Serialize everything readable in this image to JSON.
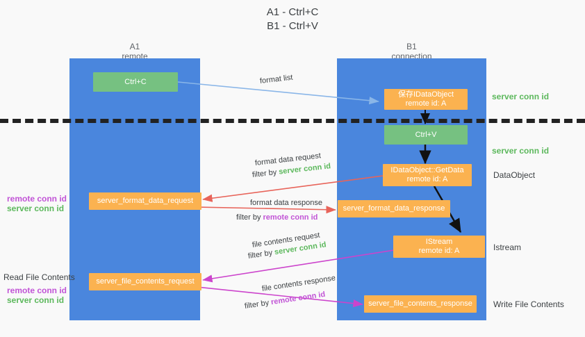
{
  "title": {
    "line1": "A1 - Ctrl+C",
    "line2": "B1 - Ctrl+V"
  },
  "columns": {
    "left": {
      "name": "A1",
      "role": "remote"
    },
    "right": {
      "name": "B1",
      "role": "connection"
    }
  },
  "nodes": {
    "ctrl_c": {
      "label": "Ctrl+C",
      "color": "#76c181"
    },
    "ctrl_v": {
      "label": "Ctrl+V",
      "color": "#76c181"
    },
    "save_idataobject": {
      "line1": "保存IDataObject",
      "line2": "remote id: A",
      "color": "#fbb250"
    },
    "getdata": {
      "line1": "IDataObject::GetData",
      "line2": "remote id: A",
      "color": "#fbb250"
    },
    "istream": {
      "line1": "IStream",
      "line2": "remote id: A",
      "color": "#fbb250"
    },
    "format_data_request": {
      "label": "server_format_data_request",
      "color": "#fbb250"
    },
    "format_data_response": {
      "label": "server_format_data_response",
      "color": "#fbb250"
    },
    "file_contents_request": {
      "label": "server_file_contents_request",
      "color": "#fbb250"
    },
    "file_contents_response": {
      "label": "server_file_contents_response",
      "color": "#fbb250"
    }
  },
  "edges": {
    "format_list": "format list",
    "format_data_request": "format data request",
    "format_data_request_filter_prefix": "filter by ",
    "format_data_request_filter_key": "server conn id",
    "format_data_response": "format data response",
    "format_data_response_filter_prefix": "filter by ",
    "format_data_response_filter_key": "remote conn id",
    "file_contents_request": "file contents request",
    "file_contents_request_filter_prefix": "filter by ",
    "file_contents_request_filter_key": "server conn id",
    "file_contents_response": "file contents response",
    "file_contents_response_filter_prefix": "filter by ",
    "file_contents_response_filter_key": "remote conn id"
  },
  "annotations": {
    "right_server_conn_id_top": "server conn id",
    "right_server_conn_id_mid": "server conn id",
    "right_dataobject": "DataObject",
    "right_istream": "Istream",
    "right_write_file_contents": "Write File Contents",
    "left_remote_conn_id_top": "remote conn id",
    "left_server_conn_id_top": "server conn id",
    "left_read_file_contents": "Read File Contents",
    "left_remote_conn_id_bottom": "remote conn id",
    "left_server_conn_id_bottom": "server conn id"
  },
  "colors": {
    "lane": "#4a86dd",
    "green_node": "#76c181",
    "orange_node": "#fbb250",
    "green_text": "#5cb85c",
    "purple_text": "#c154d6",
    "arrow_lightblue": "#8ab6e8",
    "arrow_red": "#e8645a",
    "arrow_magenta": "#cc44cc",
    "arrow_black": "#111111",
    "background": "#f9f9f9"
  }
}
